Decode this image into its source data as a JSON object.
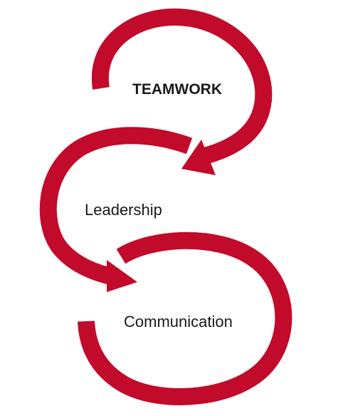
{
  "colors": {
    "accent": "#c20a2b",
    "text": "#1a1a1a",
    "background": "#ffffff"
  },
  "stages": [
    {
      "label": "TEAMWORK"
    },
    {
      "label": "Leadership"
    },
    {
      "label": "Communication"
    }
  ]
}
